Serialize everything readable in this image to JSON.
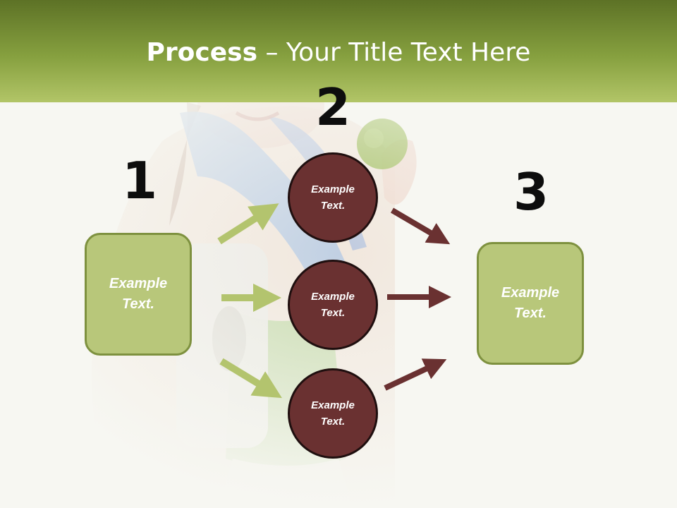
{
  "title": {
    "bold": "Process",
    "rest": " – Your Title Text Here"
  },
  "steps": [
    {
      "number": "1",
      "label": "Example\nText."
    },
    {
      "number": "2",
      "label": "Example\nText."
    },
    {
      "number": "3",
      "label": "Example\nText."
    }
  ],
  "circles": [
    {
      "label": "Example\nText."
    },
    {
      "label": "Example\nText."
    },
    {
      "label": "Example\nText."
    }
  ],
  "colors": {
    "header_top": "#5d7226",
    "header_bottom": "#b2c567",
    "box_fill": "#b8c77a",
    "circle_fill": "#6a3131",
    "green_arrow": "#b3c46e",
    "dark_arrow": "#6a3131"
  },
  "background_image": "woman-with-towel-scale-and-apple"
}
